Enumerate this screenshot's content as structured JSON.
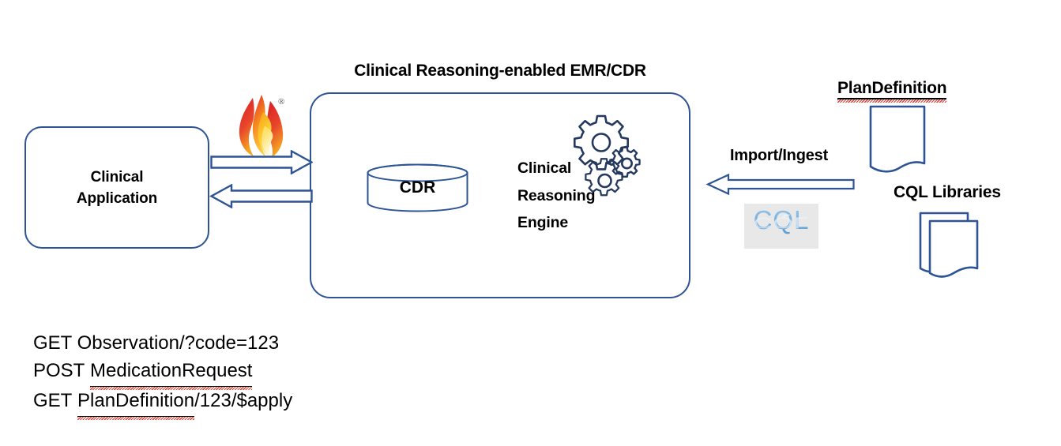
{
  "diagram": {
    "title": "Clinical Reasoning-enabled EMR/CDR",
    "accent_color": "#2e5496",
    "background_color": "#ffffff"
  },
  "clinical_application": {
    "line1": "Clinical",
    "line2": "Application",
    "icon": "fhir-flame-logo",
    "registered_mark": "®"
  },
  "emr": {
    "title": "Clinical Reasoning-enabled EMR/CDR",
    "cdr_label": "CDR",
    "engine_line1": "Clinical",
    "engine_line2": "Reasoning",
    "engine_line3": "Engine",
    "engine_icon": "gears-icon"
  },
  "arrows": {
    "request_label": "",
    "response_label": "",
    "import_label": "Import/Ingest"
  },
  "resources": {
    "plandefinition_label": "PlanDefinition",
    "cql_libraries_label": "CQL Libraries",
    "cql_logo_text": "CQL"
  },
  "requests": {
    "lines": [
      {
        "verb": "GET",
        "path": "Observation/?code=123",
        "misspelled": "",
        "suffix": ""
      },
      {
        "verb": "POST",
        "path": "",
        "misspelled": "MedicationRequest",
        "suffix": ""
      },
      {
        "verb": "GET",
        "path": "",
        "misspelled": "PlanDefinition",
        "suffix": "/123/$apply"
      }
    ],
    "line1_full": "GET Observation/?code=123",
    "line2_verb": "POST",
    "line2_resource": "MedicationRequest",
    "line3_verb": "GET",
    "line3_resource": "PlanDefinition",
    "line3_suffix": "/123/$apply"
  }
}
